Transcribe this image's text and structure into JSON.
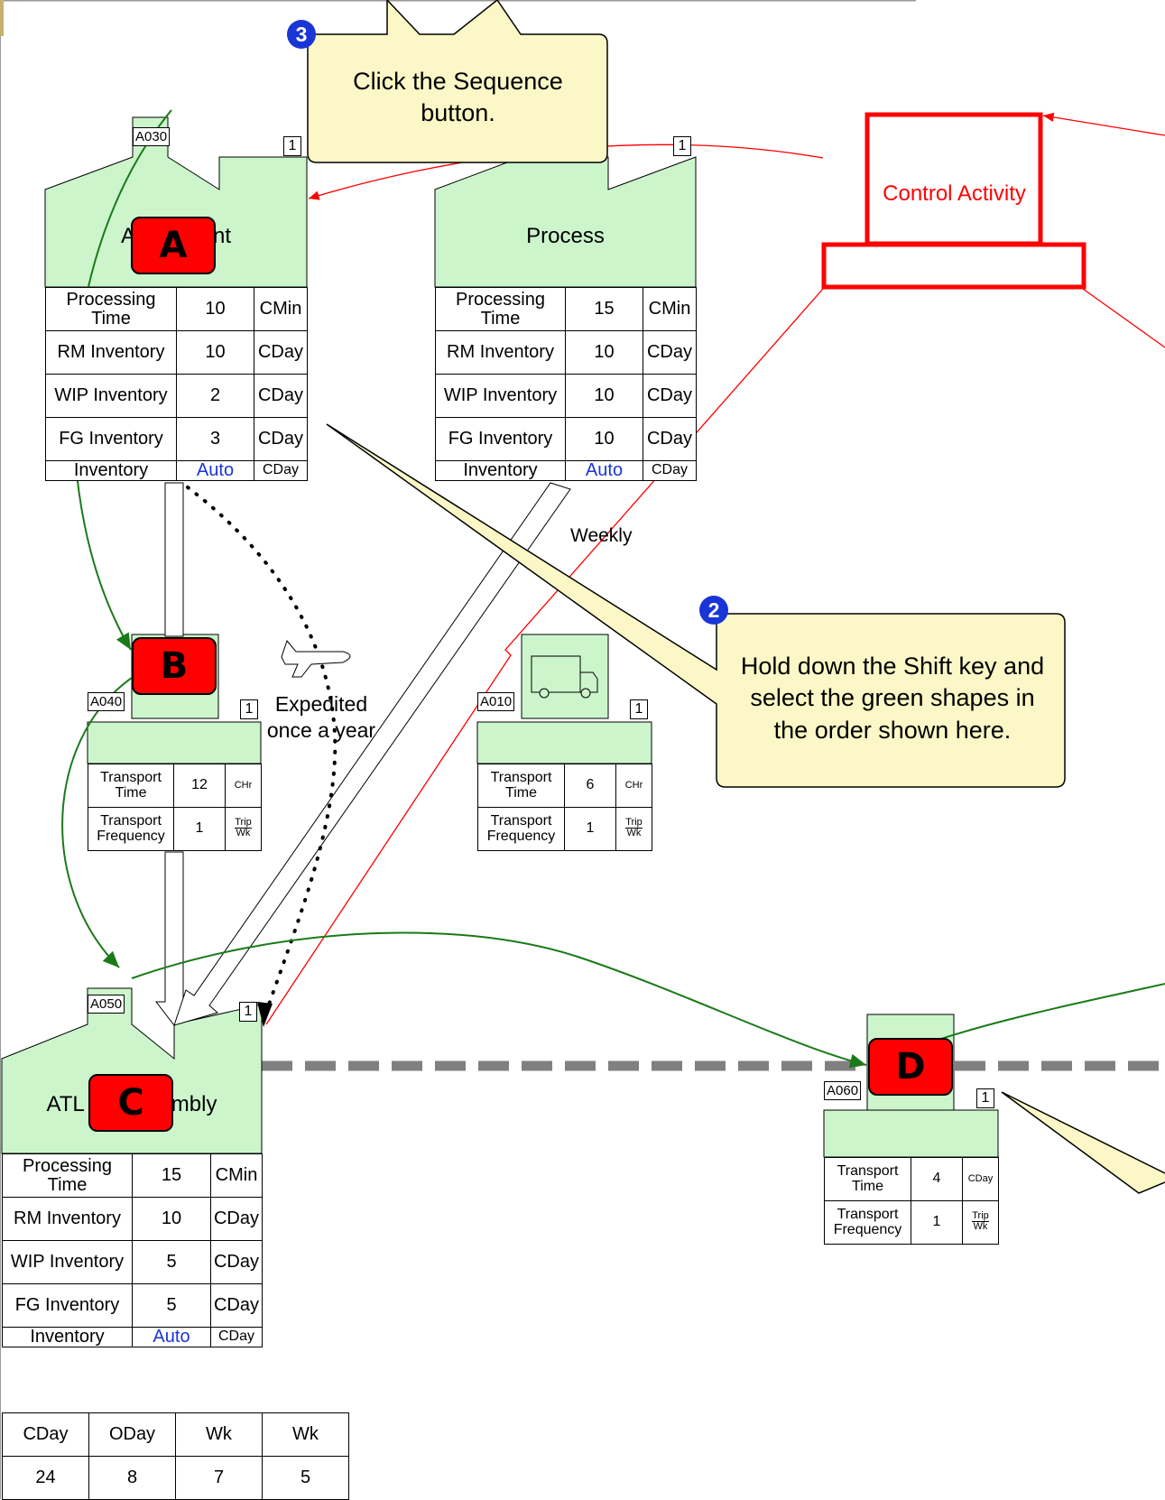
{
  "callouts": {
    "step2": {
      "badge": "2",
      "text": "Hold down the Shift key and select the green shapes in the order shown here."
    },
    "step3": {
      "badge": "3",
      "text": "Click the Sequence button."
    }
  },
  "markers": {
    "a": "A",
    "b": "B",
    "c": "C",
    "d": "D"
  },
  "control": {
    "label": "Control Activity"
  },
  "annotations": {
    "weekly": "Weekly",
    "expedited": "Expedited once a year"
  },
  "process_a030": {
    "id": "A030",
    "count": "1",
    "title_left": "A",
    "title_right": "nt",
    "rows": [
      {
        "label": "Processing Time",
        "value": "10",
        "unit": "CMin"
      },
      {
        "label": "RM Inventory",
        "value": "10",
        "unit": "CDay"
      },
      {
        "label": "WIP Inventory",
        "value": "2",
        "unit": "CDay"
      },
      {
        "label": "FG Inventory",
        "value": "3",
        "unit": "CDay"
      }
    ],
    "summary": {
      "label": "Inventory",
      "value": "Auto",
      "unit": "CDay"
    }
  },
  "process_right": {
    "count": "1",
    "title": "Process",
    "rows": [
      {
        "label": "Processing Time",
        "value": "15",
        "unit": "CMin"
      },
      {
        "label": "RM Inventory",
        "value": "10",
        "unit": "CDay"
      },
      {
        "label": "WIP Inventory",
        "value": "10",
        "unit": "CDay"
      },
      {
        "label": "FG Inventory",
        "value": "10",
        "unit": "CDay"
      }
    ],
    "summary": {
      "label": "Inventory",
      "value": "Auto",
      "unit": "CDay"
    }
  },
  "transport_a040": {
    "id": "A040",
    "count": "1",
    "time": {
      "label": "Transport Time",
      "value": "12",
      "unit": "CHr"
    },
    "freq": {
      "label": "Transport Frequency",
      "value": "1",
      "unit_num": "Trip",
      "unit_den": "Wk"
    }
  },
  "transport_a010": {
    "id": "A010",
    "count": "1",
    "time": {
      "label": "Transport Time",
      "value": "6",
      "unit": "CHr"
    },
    "freq": {
      "label": "Transport Frequency",
      "value": "1",
      "unit_num": "Trip",
      "unit_den": "Wk"
    }
  },
  "process_a050": {
    "id": "A050",
    "count": "1",
    "title_left": "ATL",
    "title_right": "mbly",
    "rows": [
      {
        "label": "Processing Time",
        "value": "15",
        "unit": "CMin"
      },
      {
        "label": "RM Inventory",
        "value": "10",
        "unit": "CDay"
      },
      {
        "label": "WIP Inventory",
        "value": "5",
        "unit": "CDay"
      },
      {
        "label": "FG Inventory",
        "value": "5",
        "unit": "CDay"
      }
    ],
    "summary": {
      "label": "Inventory",
      "value": "Auto",
      "unit": "CDay"
    }
  },
  "transport_a060": {
    "id": "A060",
    "count": "1",
    "time": {
      "label": "Transport Time",
      "value": "4",
      "unit": "CDay"
    },
    "freq": {
      "label": "Transport Frequency",
      "value": "1",
      "unit_num": "Trip",
      "unit_den": "Wk"
    }
  },
  "timeline": {
    "headers": [
      "CDay",
      "ODay",
      "Wk",
      "Wk"
    ],
    "values": [
      "24",
      "8",
      "7",
      "5"
    ]
  },
  "colors": {
    "factory_fill": "#ccf5cc",
    "control_red": "#ff0000",
    "flow_green": "#1a7a1a",
    "callout_fill": "#fbf7c6",
    "marker_red": "#ff0000",
    "badge_blue": "#1a35d6"
  }
}
